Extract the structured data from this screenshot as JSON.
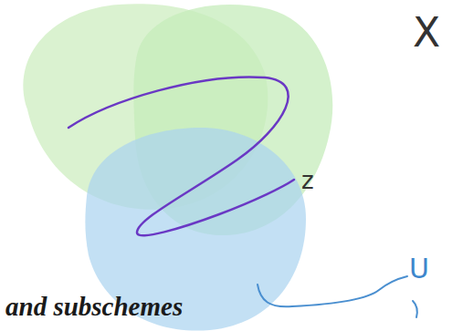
{
  "diagram": {
    "labels": [
      "X",
      "z",
      "U",
      "and subschemes"
    ]
  }
}
